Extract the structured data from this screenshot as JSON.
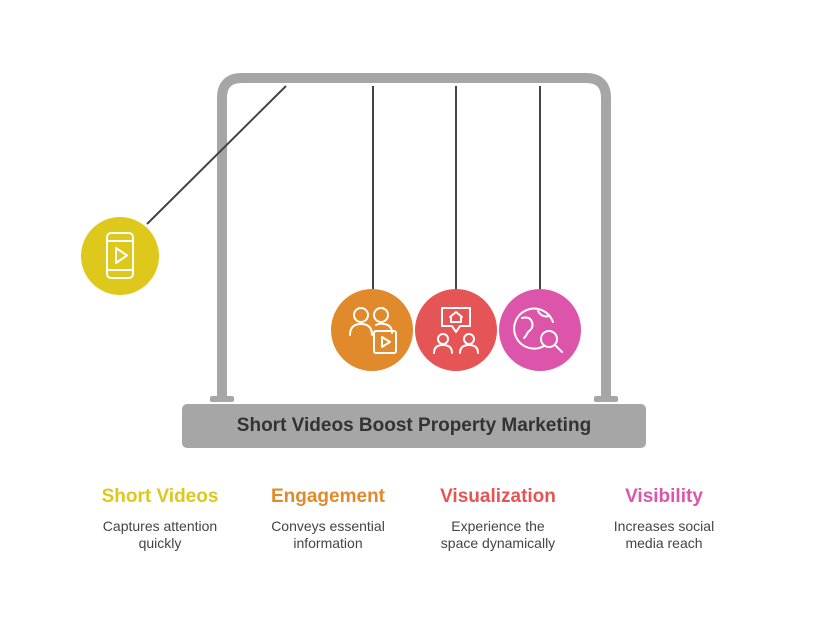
{
  "title": "Short Videos Boost Property Marketing",
  "items": [
    {
      "heading": "Short Videos",
      "line1": "Captures attention",
      "line2": "quickly",
      "color": "#DDC81B",
      "icon": "smartphone-play-icon"
    },
    {
      "heading": "Engagement",
      "line1": "Conveys essential",
      "line2": "information",
      "color": "#E08A2C",
      "icon": "people-video-icon"
    },
    {
      "heading": "Visualization",
      "line1": "Experience the",
      "line2": "space dynamically",
      "color": "#E55555",
      "icon": "property-tour-icon"
    },
    {
      "heading": "Visibility",
      "line1": "Increases social",
      "line2": "media reach",
      "color": "#DD55AA",
      "icon": "globe-search-icon"
    }
  ],
  "colors": {
    "frame": "#A6A6A6",
    "string": "#444444",
    "text": "#333333"
  }
}
